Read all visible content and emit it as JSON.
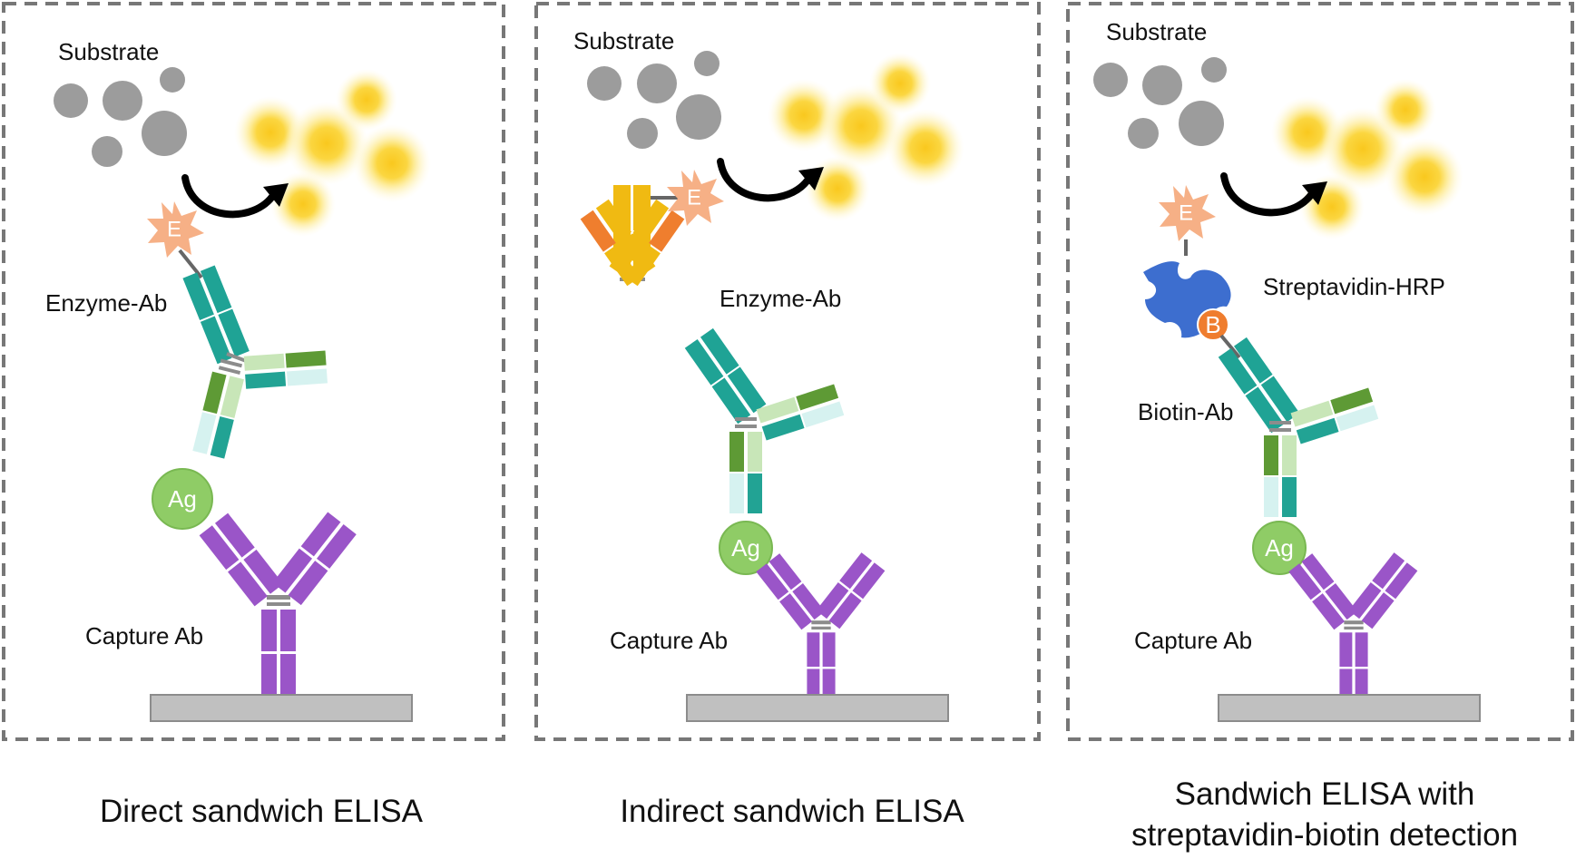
{
  "panels": [
    {
      "id": "direct",
      "caption": [
        "Direct sandwich ELISA"
      ],
      "substrate_label": "Substrate",
      "enzyme_ab_label": "Enzyme-Ab",
      "antigen_label": "Ag",
      "capture_ab_label": "Capture Ab",
      "enzyme_glyph": "E"
    },
    {
      "id": "indirect",
      "caption": [
        "Indirect sandwich ELISA"
      ],
      "substrate_label": "Substrate",
      "enzyme_ab_label": "Enzyme-Ab",
      "antigen_label": "Ag",
      "capture_ab_label": "Capture Ab",
      "enzyme_glyph": "E"
    },
    {
      "id": "streptavidin",
      "caption": [
        "Sandwich ELISA with",
        "streptavidin-biotin detection"
      ],
      "substrate_label": "Substrate",
      "streptavidin_label": "Streptavidin-HRP",
      "biotin_ab_label": "Biotin-Ab",
      "biotin_glyph": "B",
      "antigen_label": "Ag",
      "capture_ab_label": "Capture Ab",
      "enzyme_glyph": "E"
    }
  ],
  "colors": {
    "capture_ab": "#9a55c8",
    "antigen": "#8fcc66",
    "detection_dark_green": "#5e9a35",
    "detection_light_green": "#c8e6b8",
    "detection_pale_cyan": "#d6f2f0",
    "detection_teal": "#22a394",
    "enzyme_ab_teal": "#1fa395",
    "secondary_yellow": "#f0ba12",
    "secondary_orange": "#ef7e2e",
    "enzyme_star": "#f6b086",
    "streptavidin_blue": "#3d6ecf",
    "biotin_orange": "#ef7d2e",
    "substrate_gray": "#9c9c9c",
    "product_glow": "#fbd640",
    "plate_gray": "#c0c0c0",
    "frame_dash": "#777777"
  }
}
